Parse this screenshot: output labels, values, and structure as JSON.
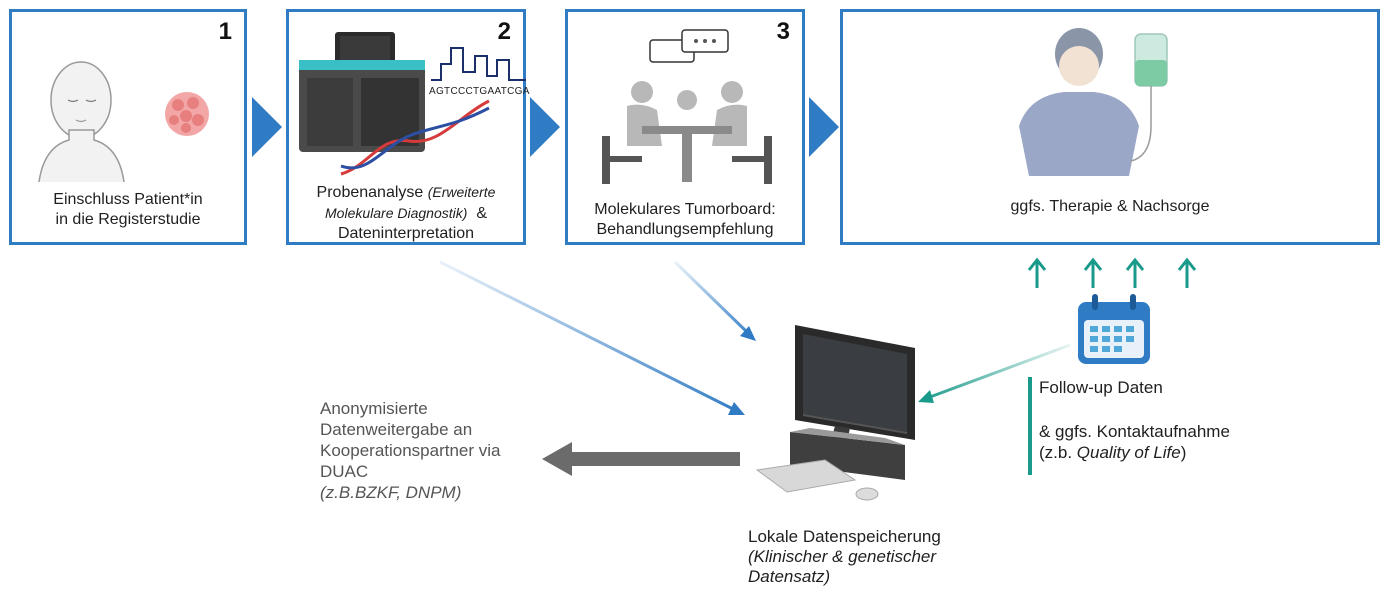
{
  "steps": [
    {
      "number": "1",
      "caption_line1": "Einschluss Patient*in",
      "caption_line2": "in die Registerstudie"
    },
    {
      "number": "2",
      "caption_line1": "Probenanalyse",
      "caption_italic1": "(Erweiterte",
      "caption_italic2": "Molekulare Diagnostik)",
      "caption_amp": "&",
      "caption_line3": "Dateninterpretation",
      "sequence": "AGTCCCTGAATCGA"
    },
    {
      "number": "3",
      "caption_line1": "Molekulares Tumorboard:",
      "caption_line2": "Behandlungsempfehlung"
    },
    {
      "caption_line1": "ggfs. Therapie & Nachsorge"
    }
  ],
  "anonym": {
    "line1": "Anonymisierte",
    "line2": "Datenweitergabe an",
    "line3": "Kooperationspartner via",
    "line4": "DUAC",
    "line5": "(z.B.BZKF, DNPM)"
  },
  "local": {
    "line1": "Lokale Datenspeicherung",
    "line2": "(Klinischer & genetischer",
    "line3": "Datensatz)"
  },
  "followup": {
    "line1": "Follow-up Daten",
    "line2": "& ggfs. Kontaktaufnahme",
    "line3_prefix": "(z.b. ",
    "line3_italic": "Quality of Life",
    "line3_suffix": ")"
  },
  "colors": {
    "box_border": "#2f7bc4",
    "teal": "#1a9a8a",
    "gray_arrow": "#6b6b6b"
  }
}
